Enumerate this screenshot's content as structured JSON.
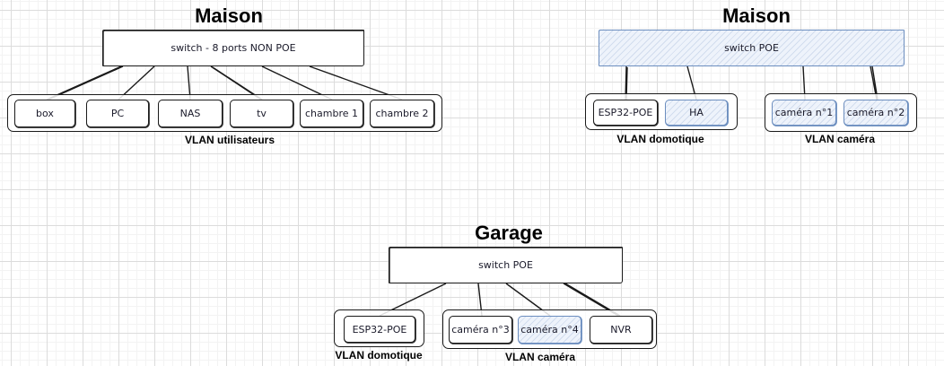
{
  "diagram": {
    "groups": [
      {
        "id": "maison-lan",
        "title": "Maison",
        "switch": {
          "label": "switch - 8 ports NON POE",
          "style": "plain"
        },
        "vlans": [
          {
            "label": "VLAN utilisateurs",
            "nodes": [
              {
                "label": "box",
                "style": "plain"
              },
              {
                "label": "PC",
                "style": "plain"
              },
              {
                "label": "NAS",
                "style": "plain"
              },
              {
                "label": "tv",
                "style": "plain"
              },
              {
                "label": "chambre 1",
                "style": "plain"
              },
              {
                "label": "chambre 2",
                "style": "plain"
              }
            ]
          }
        ]
      },
      {
        "id": "maison-poe",
        "title": "Maison",
        "switch": {
          "label": "switch POE",
          "style": "blue-hatched"
        },
        "vlans": [
          {
            "label": "VLAN domotique",
            "nodes": [
              {
                "label": "ESP32-POE",
                "style": "plain"
              },
              {
                "label": "HA",
                "style": "blue-hatched"
              }
            ]
          },
          {
            "label": "VLAN caméra",
            "nodes": [
              {
                "label": "caméra n°1",
                "style": "blue-hatched"
              },
              {
                "label": "caméra n°2",
                "style": "blue-hatched"
              }
            ]
          }
        ]
      },
      {
        "id": "garage",
        "title": "Garage",
        "switch": {
          "label": "switch POE",
          "style": "plain"
        },
        "vlans": [
          {
            "label": "VLAN domotique",
            "nodes": [
              {
                "label": "ESP32-POE",
                "style": "plain"
              }
            ]
          },
          {
            "label": "VLAN caméra",
            "nodes": [
              {
                "label": "caméra n°3",
                "style": "plain"
              },
              {
                "label": "caméra n°4",
                "style": "blue-hatched"
              },
              {
                "label": "NVR",
                "style": "plain"
              }
            ]
          }
        ]
      }
    ],
    "connections": [
      {
        "from": "switch - 8 ports NON POE",
        "to": "box"
      },
      {
        "from": "switch - 8 ports NON POE",
        "to": "PC"
      },
      {
        "from": "switch - 8 ports NON POE",
        "to": "NAS"
      },
      {
        "from": "switch - 8 ports NON POE",
        "to": "tv"
      },
      {
        "from": "switch - 8 ports NON POE",
        "to": "chambre 1"
      },
      {
        "from": "switch - 8 ports NON POE",
        "to": "chambre 2"
      },
      {
        "from": "switch POE (Maison)",
        "to": "ESP32-POE"
      },
      {
        "from": "switch POE (Maison)",
        "to": "HA"
      },
      {
        "from": "switch POE (Maison)",
        "to": "caméra n°1"
      },
      {
        "from": "switch POE (Maison)",
        "to": "caméra n°2"
      },
      {
        "from": "switch POE (Garage)",
        "to": "ESP32-POE"
      },
      {
        "from": "switch POE (Garage)",
        "to": "caméra n°3"
      },
      {
        "from": "switch POE (Garage)",
        "to": "caméra n°4"
      },
      {
        "from": "switch POE (Garage)",
        "to": "NVR"
      }
    ],
    "colors": {
      "stroke": "#1a1a1a",
      "accent_blue": "#6c8ebf",
      "accent_fill": "#eef3fb"
    }
  }
}
